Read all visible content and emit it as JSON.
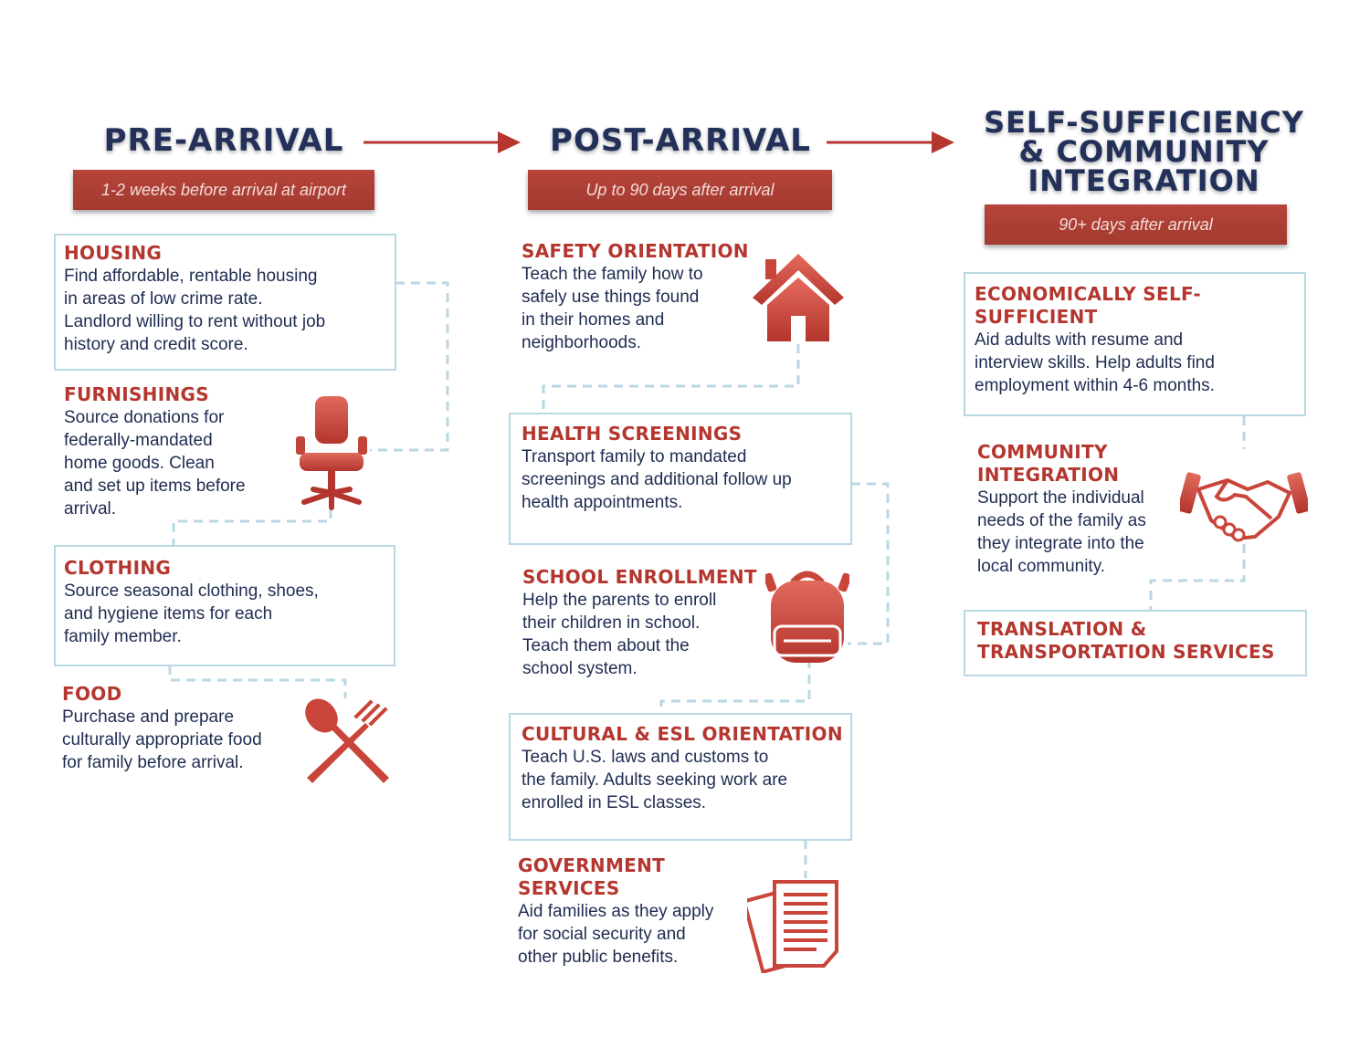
{
  "phases": [
    {
      "title": "PRE-ARRIVAL",
      "subtitle": "1-2 weeks before arrival at airport"
    },
    {
      "title": "POST-ARRIVAL",
      "subtitle": "Up to 90 days after arrival"
    },
    {
      "title": "SELF-SUFFICIENCY\n& COMMUNITY\nINTEGRATION",
      "subtitle": "90+ days after arrival"
    }
  ],
  "pre": {
    "housing": {
      "title": "HOUSING",
      "desc": "Find affordable, rentable housing\nin areas of low crime rate.\nLandlord willing to rent without job\nhistory and credit score."
    },
    "furnishings": {
      "title": "FURNISHINGS",
      "desc": "Source donations for\nfederally-mandated\nhome goods. Clean\nand set up items before\narrival."
    },
    "clothing": {
      "title": "CLOTHING",
      "desc": "Source seasonal clothing, shoes,\nand hygiene items for each\nfamily member."
    },
    "food": {
      "title": "FOOD",
      "desc": "Purchase and prepare\nculturally appropriate food\nfor family before arrival."
    }
  },
  "post": {
    "safety": {
      "title": "SAFETY ORIENTATION",
      "desc": "Teach the family how to\nsafely use things found\nin their homes and\nneighborhoods."
    },
    "health": {
      "title": "HEALTH SCREENINGS",
      "desc": "Transport family to mandated\nscreenings and additional follow up\nhealth appointments."
    },
    "school": {
      "title": "SCHOOL ENROLLMENT",
      "desc": "Help the parents to enroll\ntheir children in school.\nTeach them about the\nschool system."
    },
    "cultural": {
      "title": "CULTURAL & ESL ORIENTATION",
      "desc": "Teach U.S. laws and customs to\nthe family. Adults seeking work are\nenrolled in ESL classes."
    },
    "government": {
      "title": "GOVERNMENT\nSERVICES",
      "desc": "Aid families as they apply\nfor social security and\nother public benefits."
    }
  },
  "self": {
    "economic": {
      "title": "ECONOMICALLY SELF-\nSUFFICIENT",
      "desc": "Aid adults with resume and\ninterview skills. Help adults find\nemployment within 4-6 months."
    },
    "community": {
      "title": "COMMUNITY\nINTEGRATION",
      "desc": "Support the individual\nneeds of the family as\nthey integrate into the\nlocal community."
    },
    "translation": {
      "title": "TRANSLATION &\nTRANSPORTATION SERVICES"
    }
  },
  "icons": [
    "chair-icon",
    "fork-spoon-icon",
    "house-icon",
    "backpack-icon",
    "documents-icon",
    "handshake-icon"
  ],
  "colors": {
    "navy": "#22305a",
    "red": "#b4362e",
    "banner": "#a33a30",
    "box_border": "#b9d8e4",
    "connector": "#b9d8e4"
  }
}
